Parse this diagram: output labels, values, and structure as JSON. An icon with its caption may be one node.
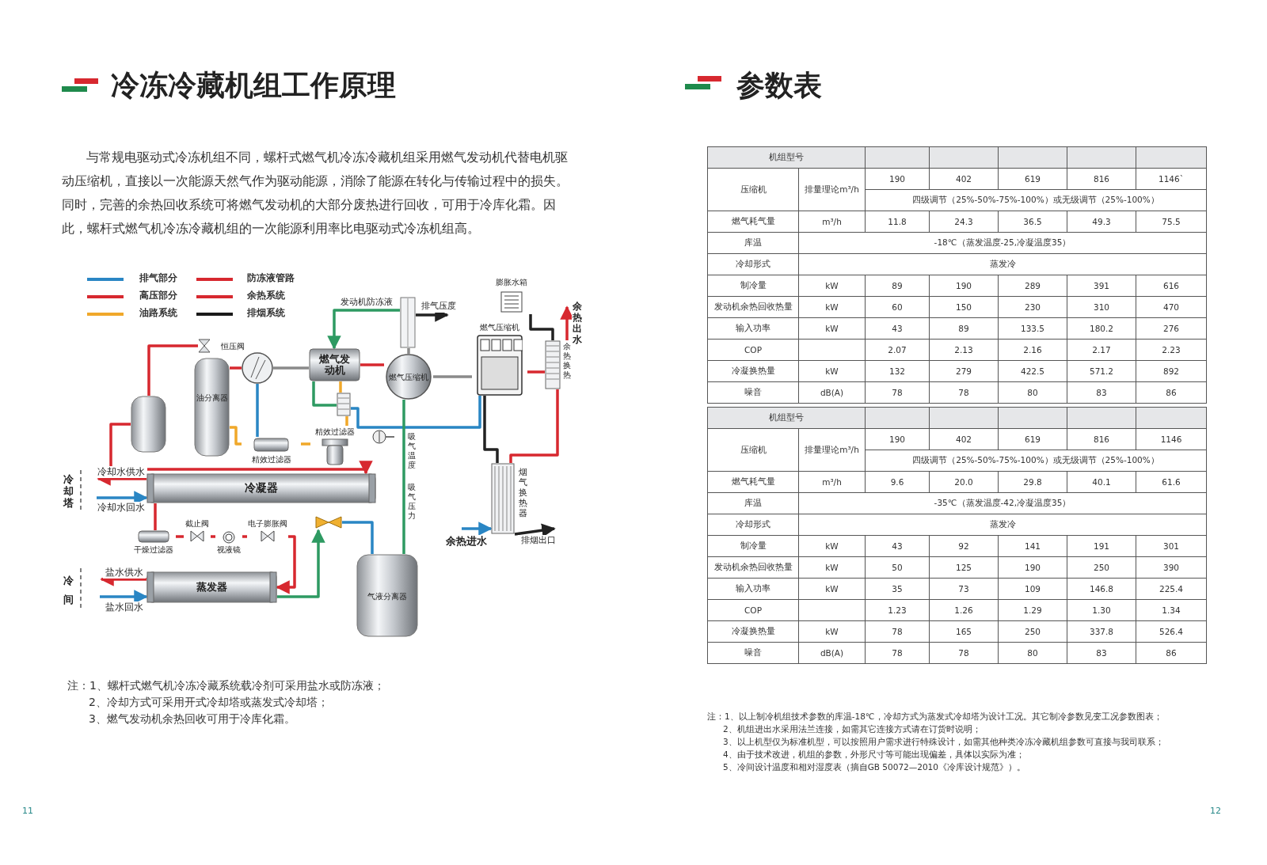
{
  "diagram": {
    "title": "冷冻冷藏机组工作原理",
    "nodes": [
      {
        "text": [
          "恒压阀"
        ]
      },
      {
        "text": [
          "油分离器"
        ]
      },
      {
        "text": [],
        "shape": "cylinder"
      },
      {
        "text": [],
        "shape": "circle"
      },
      {
        "text": [
          "燃气发动机"
        ]
      },
      {
        "text": [
          "燃气压缩机"
        ]
      },
      {
        "text": [],
        "shape": "box"
      },
      {
        "text": [
          "燃气压缩机"
        ]
      },
      {
        "text": [
          "膨胀水箱"
        ]
      },
      {
        "text": [
          "余热换热"
        ]
      },
      {
        "text": [
          "精效过滤器"
        ]
      },
      {
        "text": [
          "精效过滤器"
        ]
      },
      {
        "text": [],
        "shape": "box"
      },
      {
        "text": [
          "冷凝器"
        ]
      },
      {
        "text": [
          "干燥过滤器"
        ]
      },
      {
        "text": [
          "截止阀"
        ]
      },
      {
        "text": [
          "视液镜"
        ]
      },
      {
        "text": [
          "电子膨胀阀"
        ]
      },
      {
        "text": [
          "蒸发器"
        ]
      },
      {
        "text": [],
        "shape": "valve"
      },
      {
        "text": [
          "气液分离器"
        ]
      },
      {
        "text": [
          "烟气换热器"
        ]
      }
    ],
    "edges": [
      {
        "from": 0,
        "to": 2,
        "arrow": "none"
      },
      {
        "from": 2,
        "to": 13,
        "arrow": "to"
      },
      {
        "from": 3,
        "to": 1,
        "arrow": "none"
      },
      {
        "from": 3,
        "to": 4,
        "arrow": "none",
        "color": "#8a8a8a"
      },
      {
        "from": 3,
        "to": 10,
        "arrow": "none",
        "color": "#2a86c4"
      },
      {
        "from": 1,
        "to": 10,
        "arrow": "none",
        "color": "#f0a82a"
      },
      {
        "from": 10,
        "to": 11,
        "arrow": "none",
        "color": "#f0a82a"
      },
      {
        "from": 11,
        "to": 12,
        "arrow": "none",
        "color": "#f0a82a"
      },
      {
        "from": 12,
        "to": 4,
        "arrow": "none",
        "color": "#f0a82a"
      },
      {
        "from": 4,
        "to": 12,
        "arrow": "none",
        "color": "#2e9a62"
      },
      {
        "from": 4,
        "to": 5,
        "arrow": "none"
      },
      {
        "from": 6,
        "to": 4,
        "arrow": "to",
        "label": "发动机防冻液",
        "color": "#2e9a62"
      },
      {
        "from": 5,
        "to": 6,
        "arrow": "none",
        "color": "#8a8a8a"
      },
      {
        "from": 6,
        "to": null,
        "arrow": "to",
        "label": "排气压度",
        "color": "#222222"
      },
      {
        "from": 5,
        "to": 7,
        "arrow": "none",
        "color": "#8a8a8a"
      },
      {
        "from": 7,
        "to": 9,
        "arrow": "none"
      },
      {
        "from": 8,
        "to": 9,
        "arrow": "none",
        "color": "#222222"
      },
      {
        "from": 9,
        "to": null,
        "arrow": "to",
        "label": "余热出水"
      },
      {
        "from": 9,
        "to": 21,
        "arrow": "none"
      },
      {
        "from": 7,
        "to": 21,
        "arrow": "none",
        "color": "#222222"
      },
      {
        "from": 12,
        "to": 7,
        "arrow": "none",
        "color": "#2a86c4"
      },
      {
        "from": null,
        "to": 21,
        "arrow": "to",
        "label": "余热进水",
        "color": "#2a86c4"
      },
      {
        "from": 21,
        "to": null,
        "arrow": "to",
        "label": "排烟出口",
        "color": "#222222"
      },
      {
        "from": 13,
        "to": null,
        "arrow": "to",
        "label": "冷却水供水"
      },
      {
        "from": null,
        "to": 13,
        "arrow": "to",
        "label": "冷却水回水",
        "color": "#2a86c4"
      },
      {
        "from": 13,
        "to": 14,
        "arrow": "none"
      },
      {
        "from": 14,
        "to": 15,
        "arrow": "none"
      },
      {
        "from": 15,
        "to": 16,
        "arrow": "none"
      },
      {
        "from": 16,
        "to": 17,
        "arrow": "none"
      },
      {
        "from": 17,
        "to": 18,
        "arrow": "to"
      },
      {
        "from": 18,
        "to": null,
        "arrow": "to",
        "label": "盐水供水"
      },
      {
        "from": null,
        "to": 18,
        "arrow": "to",
        "label": "盐水回水",
        "color": "#2a86c4"
      },
      {
        "from": 18,
        "to": 19,
        "arrow": "to",
        "color": "#2e9a62"
      },
      {
        "from": 19,
        "to": 20,
        "arrow": "none",
        "color": "#2a86c4"
      },
      {
        "from": 20,
        "to": 5,
        "arrow": "none",
        "color": "#2e9a62"
      }
    ],
    "labels": [
      "与常规电驱动式冷冻机组不同，螺杆式燃气机冷冻冷藏机组采用燃气发动机代替电机驱动压缩机，直接以一次能源天然气作为驱动能源，消除了能源在转化与传输过程中的损失。同时，完善的余热回收系统可将燃气发动机的大部分废热进行回收，可用于冷库化霜。因此，螺杆式燃气机冷冻冷藏机组的一次能源利用率比电驱动式冷冻机组高。",
      "冷却塔",
      "冷间",
      "吸气温度",
      "吸气压力",
      "注：1、螺杆式燃气机冷冻冷藏系统载冷剂可采用盐水或防冻液；",
      "2、冷却方式可采用开式冷却塔或蒸发式冷却塔；",
      "3、燃气发动机余热回收可用于冷库化霜。",
      "参数表",
      "机组型号",
      "压缩机",
      "排量理论m³/h",
      "190",
      "402",
      "619",
      "816",
      "1146`",
      "四级调节（25%-50%-75%-100%）或无级调节（25%-100%）",
      "燃气耗气量",
      "m³/h",
      "11.8",
      "24.3",
      "36.5",
      "49.3",
      "75.5",
      "库温",
      "-18℃（蒸发温度-25,冷凝温度35）",
      "冷却形式",
      "蒸发冷",
      "制冷量",
      "kW",
      "89",
      "190",
      "289",
      "391",
      "616",
      "发动机余热回收热量",
      "kW",
      "60",
      "150",
      "230",
      "310",
      "470",
      "输入功率",
      "kW",
      "43",
      "89",
      "133.5",
      "180.2",
      "276",
      "COP",
      "2.07",
      "2.13",
      "2.16",
      "2.17",
      "2.23",
      "冷凝换热量",
      "kW",
      "132",
      "279",
      "422.5",
      "571.2",
      "892",
      "噪音",
      "dB(A)",
      "78",
      "78",
      "80",
      "83",
      "86",
      "机组型号",
      "压缩机",
      "排量理论m³/h",
      "190",
      "402",
      "619",
      "816",
      "1146",
      "四级调节（25%-50%-75%-100%）或无级调节（25%-100%）",
      "燃气耗气量",
      "m³/h",
      "9.6",
      "20.0",
      "29.8",
      "40.1",
      "61.6",
      "库温",
      "-35℃（蒸发温度-42,冷凝温度35）",
      "冷却形式",
      "蒸发冷",
      "制冷量",
      "kW",
      "43",
      "92",
      "141",
      "191",
      "301",
      "发动机余热回收热量",
      "kW",
      "50",
      "125",
      "190",
      "250",
      "390",
      "输入功率",
      "kW",
      "35",
      "73",
      "109",
      "146.8",
      "225.4",
      "COP",
      "1.23",
      "1.26",
      "1.29",
      "1.30",
      "1.34",
      "冷凝换热量",
      "kW",
      "78",
      "165",
      "250",
      "337.8",
      "526.4",
      "噪音",
      "dB(A)",
      "78",
      "78",
      "80",
      "83",
      "86",
      "注：1、以上制冷机组技术参数的库温-18℃，冷却方式为蒸发式冷却塔为设计工况。其它制冷参数见变工况参数图表；",
      "2、机组进出水采用法兰连接，如需其它连接方式请在订货时说明；",
      "3、以上机型仅为标准机型，可以按照用户需求进行特殊设计，如需其他种类冷冻冷藏机组参数可直接与我司联系；",
      "4、由于技术改进，机组的参数，外形尺寸等可能出现偏差，具体以实际为准；",
      "5、冷间设计温度和相对湿度表（摘自GB 50072—2010《冷库设计规范》）。",
      "11",
      "12"
    ],
    "legend": [
      {
        "text": "排气部分"
      },
      {
        "text": "防冻液管路"
      },
      {
        "text": "高压部分"
      },
      {
        "text": "余热系统"
      },
      {
        "text": "油路系统"
      },
      {
        "text": "排烟系统"
      }
    ]
  }
}
